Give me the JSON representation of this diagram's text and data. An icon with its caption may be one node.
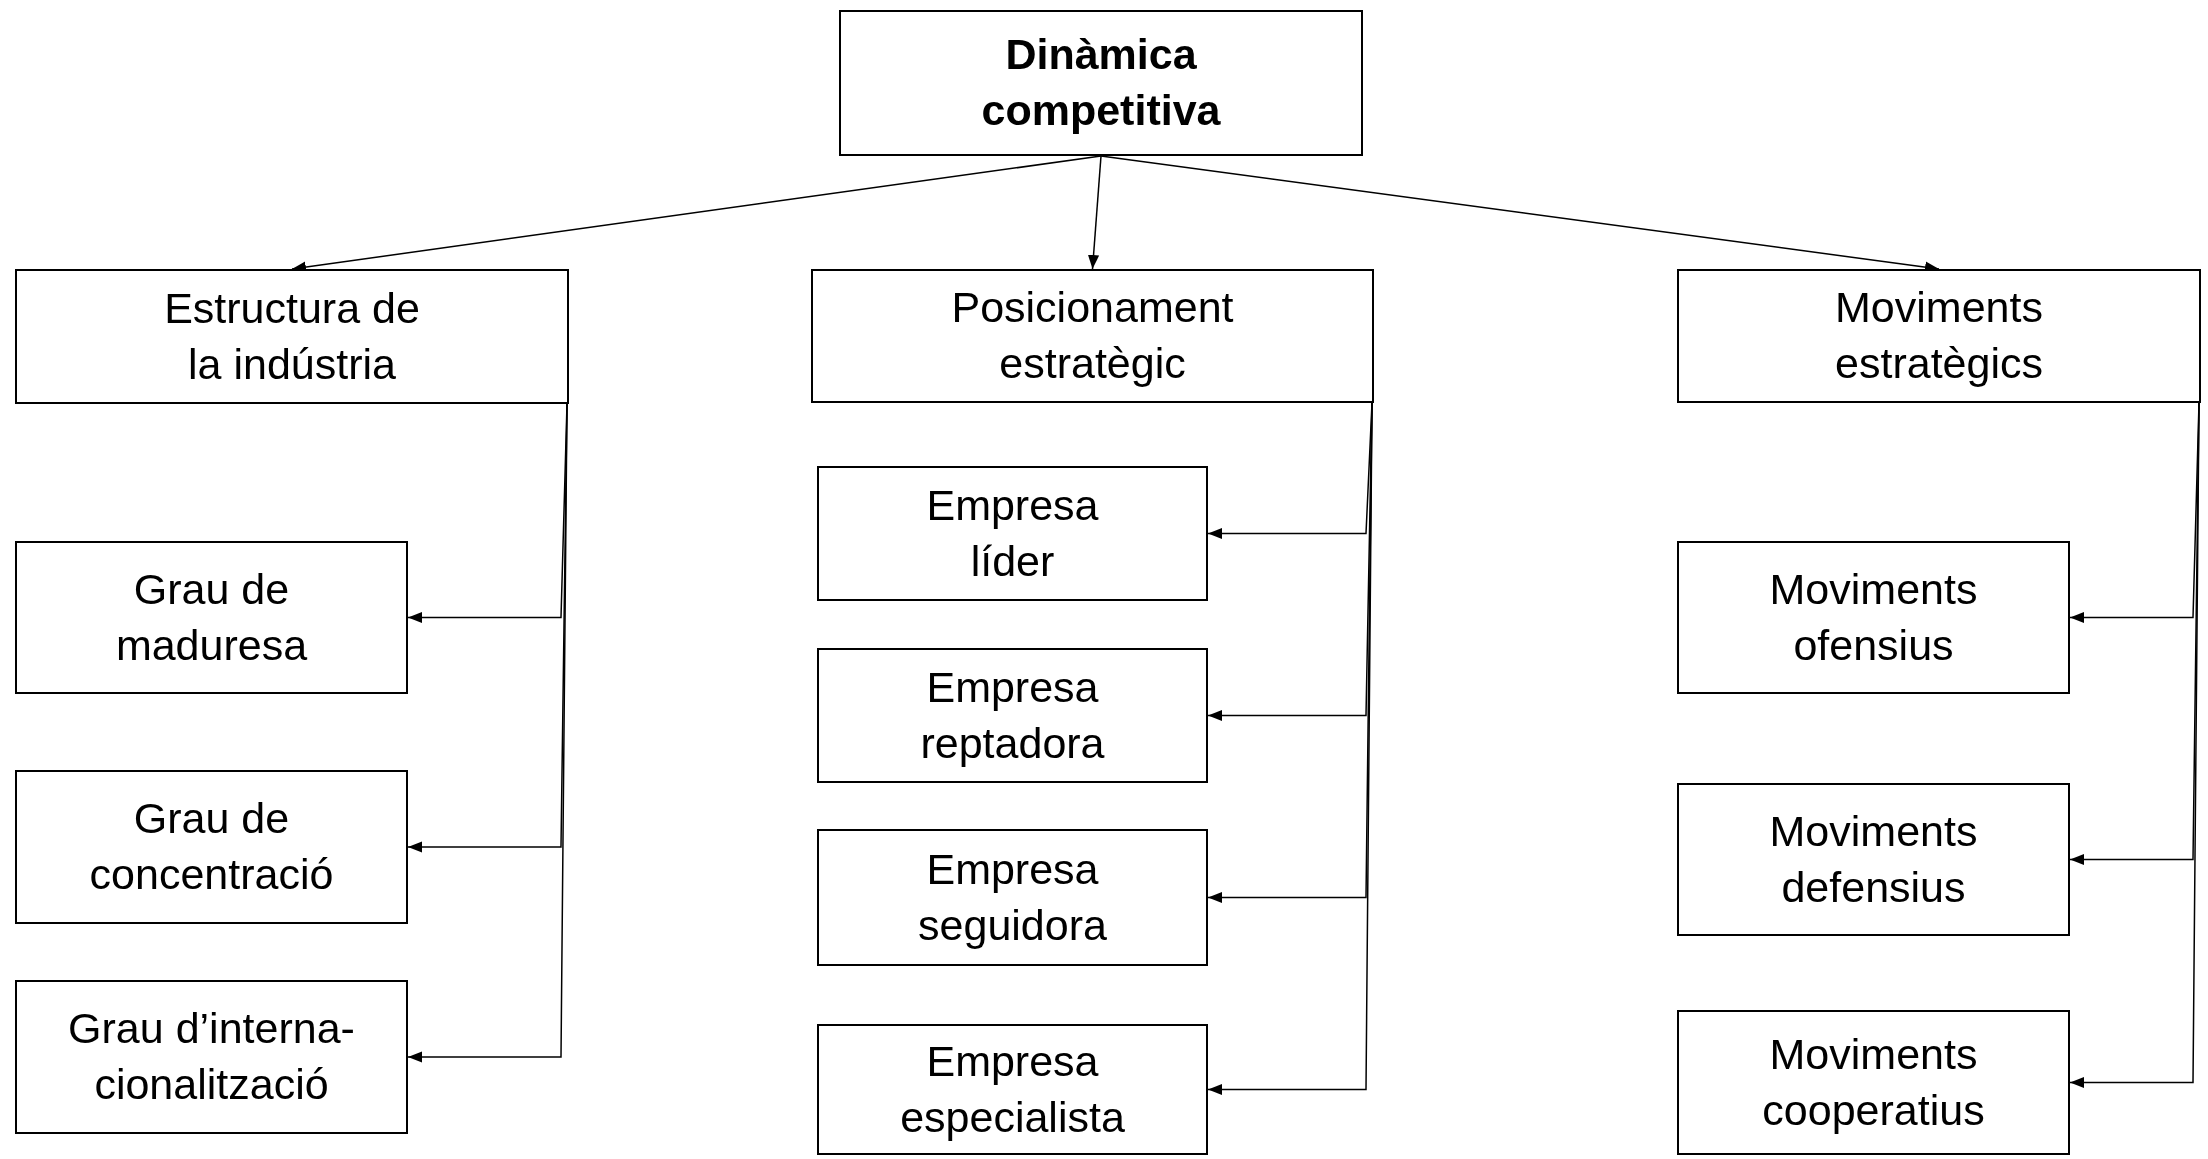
{
  "diagram": {
    "nodes": [
      {
        "text": [
          "Dinàmica competitiva"
        ]
      },
      {
        "text": [
          "Estructura de la indústria"
        ]
      },
      {
        "text": [
          "Posicionament estratègic"
        ]
      },
      {
        "text": [
          "Moviments estratègics"
        ]
      },
      {
        "text": [
          "Grau de maduresa"
        ]
      },
      {
        "text": [
          "Grau de concentració"
        ]
      },
      {
        "text": [
          "Grau d’interna- cionalització"
        ]
      },
      {
        "text": [
          "Empresa líder"
        ]
      },
      {
        "text": [
          "Empresa reptadora"
        ]
      },
      {
        "text": [
          "Empresa seguidora"
        ]
      },
      {
        "text": [
          "Empresa especialista"
        ]
      },
      {
        "text": [
          "Moviments ofensius"
        ]
      },
      {
        "text": [
          "Moviments defensius"
        ]
      },
      {
        "text": [
          "Moviments cooperatius"
        ]
      }
    ],
    "edges": [
      {
        "from": 0,
        "to": 1,
        "arrow": "to"
      },
      {
        "from": 0,
        "to": 2,
        "arrow": "to"
      },
      {
        "from": 0,
        "to": 3,
        "arrow": "to"
      },
      {
        "from": 1,
        "to": 4,
        "arrow": "to"
      },
      {
        "from": 1,
        "to": 5,
        "arrow": "to"
      },
      {
        "from": 1,
        "to": 6,
        "arrow": "to"
      },
      {
        "from": 2,
        "to": 7,
        "arrow": "to"
      },
      {
        "from": 2,
        "to": 8,
        "arrow": "to"
      },
      {
        "from": 2,
        "to": 9,
        "arrow": "to"
      },
      {
        "from": 2,
        "to": 10,
        "arrow": "to"
      },
      {
        "from": 3,
        "to": 11,
        "arrow": "to"
      },
      {
        "from": 3,
        "to": 12,
        "arrow": "to"
      },
      {
        "from": 3,
        "to": 13,
        "arrow": "to"
      }
    ]
  }
}
